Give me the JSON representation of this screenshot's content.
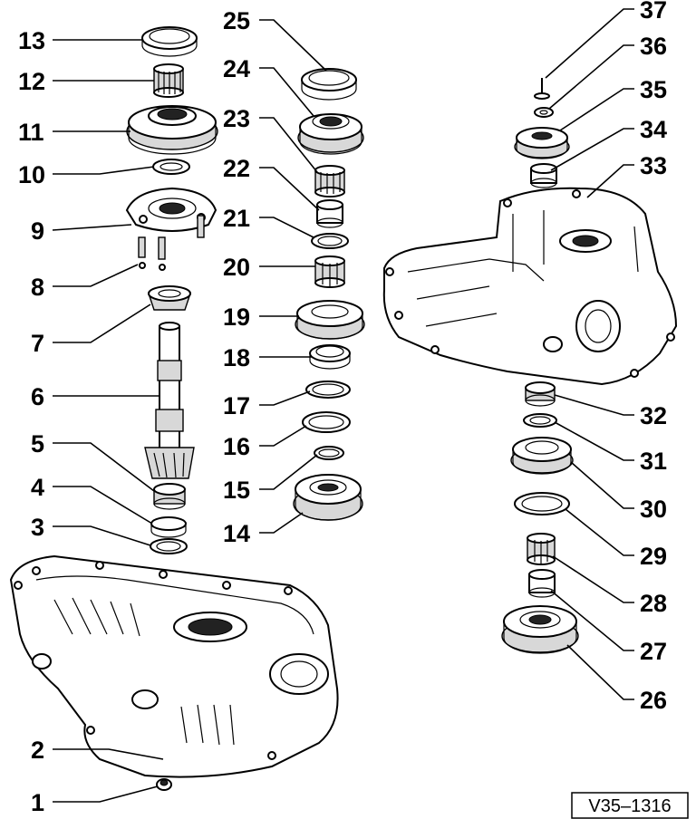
{
  "callouts": [
    "1",
    "2",
    "3",
    "4",
    "5",
    "6",
    "7",
    "8",
    "9",
    "10",
    "11",
    "12",
    "13",
    "14",
    "15",
    "16",
    "17",
    "18",
    "19",
    "20",
    "21",
    "22",
    "23",
    "24",
    "25",
    "26",
    "27",
    "28",
    "29",
    "30",
    "31",
    "32",
    "33",
    "34",
    "35",
    "36",
    "37"
  ],
  "reference_code": "V35–1316"
}
